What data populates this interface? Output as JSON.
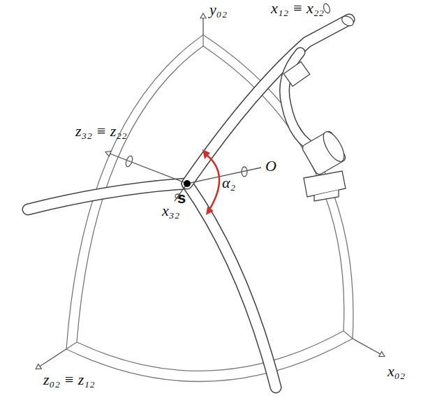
{
  "diagram": {
    "labels": [
      "y₀₂",
      "x₁₂ ≡ x₂₂",
      "z₃₂ ≡ z₂₂",
      "O",
      "α₂",
      "s",
      "x₃₂",
      "z₀₂ ≡ z₁₂",
      "x₀₂"
    ]
  }
}
